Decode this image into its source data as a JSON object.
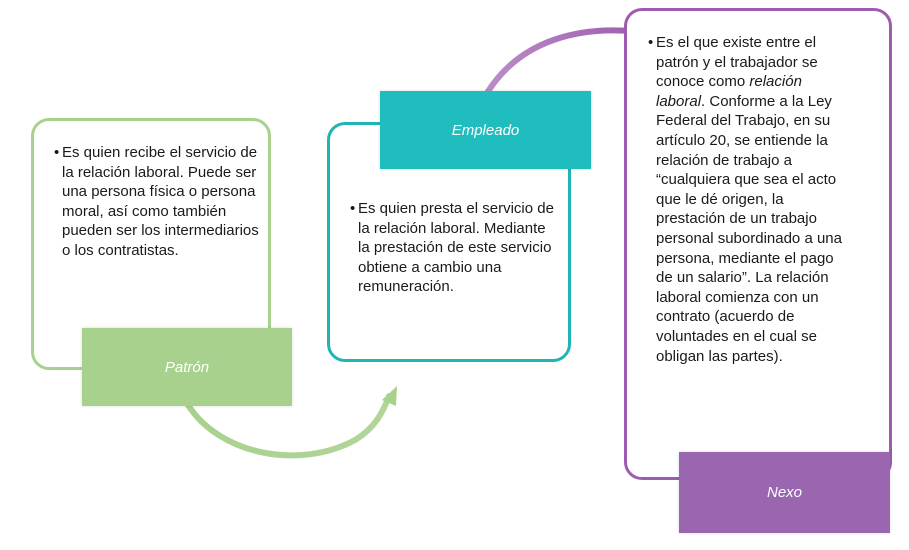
{
  "nodes": [
    {
      "label": "Patrón",
      "color": "#a9d18e",
      "text": "Es quien recibe el servicio de la relación laboral. Puede ser una persona física o persona moral, así como también pueden ser los intermediarios o los contratistas."
    },
    {
      "label": "Empleado",
      "color": "#1fbdbd",
      "text": "Es quien presta el servicio de la relación laboral. Mediante la prestación de este servicio obtiene a cambio una remuneración."
    },
    {
      "label": "Nexo",
      "color": "#9a66b0",
      "text_before_em": "Es el que existe entre el patrón y el trabajador se conoce como ",
      "text_em": "relación laboral",
      "text_after_em": ". Conforme a la Ley Federal del Trabajo, en su artículo 20, se entiende la relación de trabajo a “cualquiera que sea el acto que le dé origen, la prestación de un trabajo personal subordinado a una persona, mediante el pago de un salario”. La relación laboral comienza con un contrato (acuerdo de voluntades en el cual se obligan las partes)."
    }
  ],
  "bullet_symbol": "•"
}
